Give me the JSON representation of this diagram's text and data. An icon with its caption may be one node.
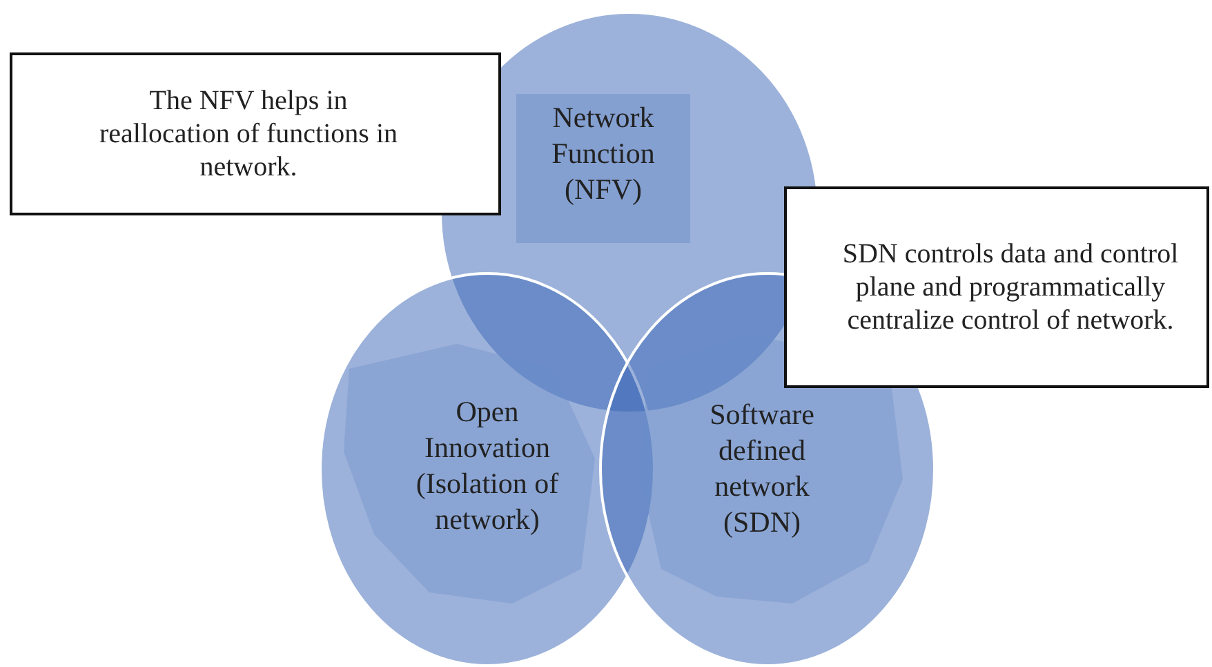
{
  "diagram": {
    "nodes": [
      {
        "text": [
          "The NFV helps in reallocation of functions in network."
        ]
      },
      {
        "text": [
          "Network Function (NFV)"
        ]
      },
      {
        "text": [
          "SDN controls data and control plane and programmatically centralize control of network."
        ]
      },
      {
        "text": [
          "Open Innovation (Isolation of network)"
        ]
      },
      {
        "text": [
          "Software defined network (SDN)"
        ]
      }
    ]
  }
}
